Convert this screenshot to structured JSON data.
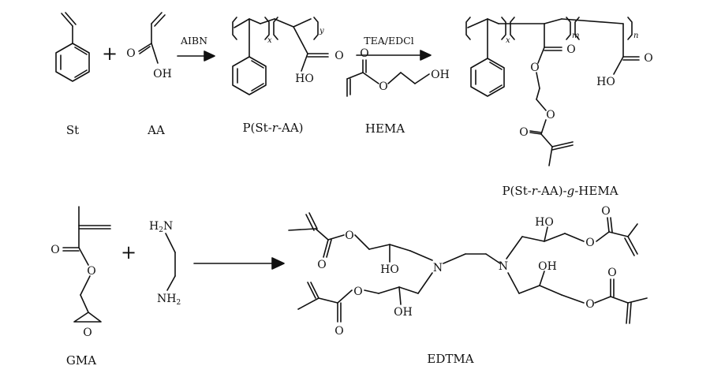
{
  "reaction1": {
    "reagent1_label": "St",
    "reagent2_label": "AA",
    "plus": "+",
    "arrow1_condition": "AIBN",
    "intermediate_label": {
      "prefix": "P(St-",
      "italic": "r",
      "suffix": "-AA)"
    },
    "arrow2_condition": "TEA/EDCl",
    "coreagent_label": "HEMA",
    "product_label": {
      "prefix": "P(St-",
      "italic1": "r",
      "middle": "-AA)-",
      "italic2": "g",
      "suffix": "-HEMA"
    },
    "subscripts": {
      "x": "x",
      "y": "y",
      "m": "m",
      "n": "n"
    }
  },
  "reaction2": {
    "reagent1_label": "GMA",
    "reagent2_label": "",
    "plus": "+",
    "product_label": "EDTMA"
  },
  "atoms": {
    "O": "O",
    "OH": "OH",
    "HO": "HO",
    "H2N_h": "H",
    "H2N_2": "2",
    "H2N_n": "N",
    "NH2_n": "NH",
    "NH2_2": "2",
    "N": "N"
  }
}
